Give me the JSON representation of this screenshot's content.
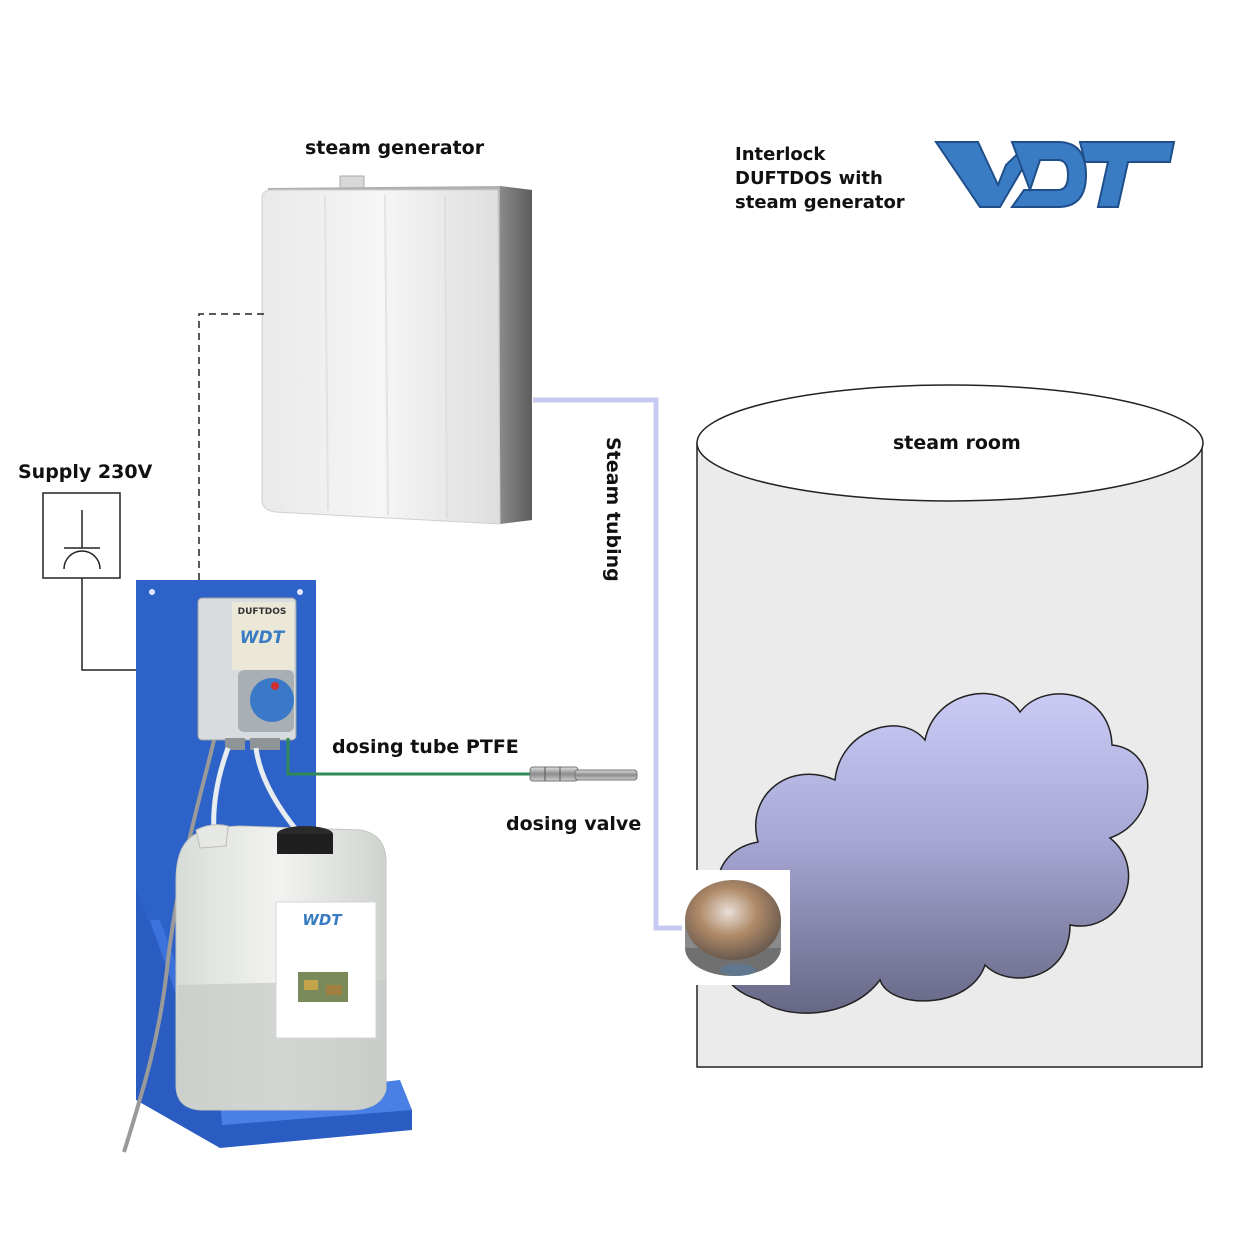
{
  "title": {
    "line1": "Interlock",
    "line2": "DUFTDOS with",
    "line3": "steam generator"
  },
  "logo": {
    "text": "WDT",
    "color": "#3a7cc4"
  },
  "labels": {
    "steam_generator": "steam generator",
    "supply": "Supply 230V",
    "steam_tubing": "Steam tubing",
    "steam_room": "steam room",
    "dosing_tube": "dosing tube PTFE",
    "dosing_valve": "dosing valve"
  },
  "device": {
    "brand": "DUFTDOS",
    "logo": "WDT"
  },
  "canister": {
    "logo": "WDT"
  },
  "colors": {
    "panel_blue": "#2d62c8",
    "steam_tubing": "#c8cbf0",
    "dosing_tube": "#2f8a55",
    "room_fill": "#ebebeb",
    "cloud_top": "#c8c8f2",
    "cloud_bottom": "#6e6e8c"
  },
  "icons": [
    "socket-symbol",
    "steam-cloud",
    "steam-nozzle"
  ]
}
